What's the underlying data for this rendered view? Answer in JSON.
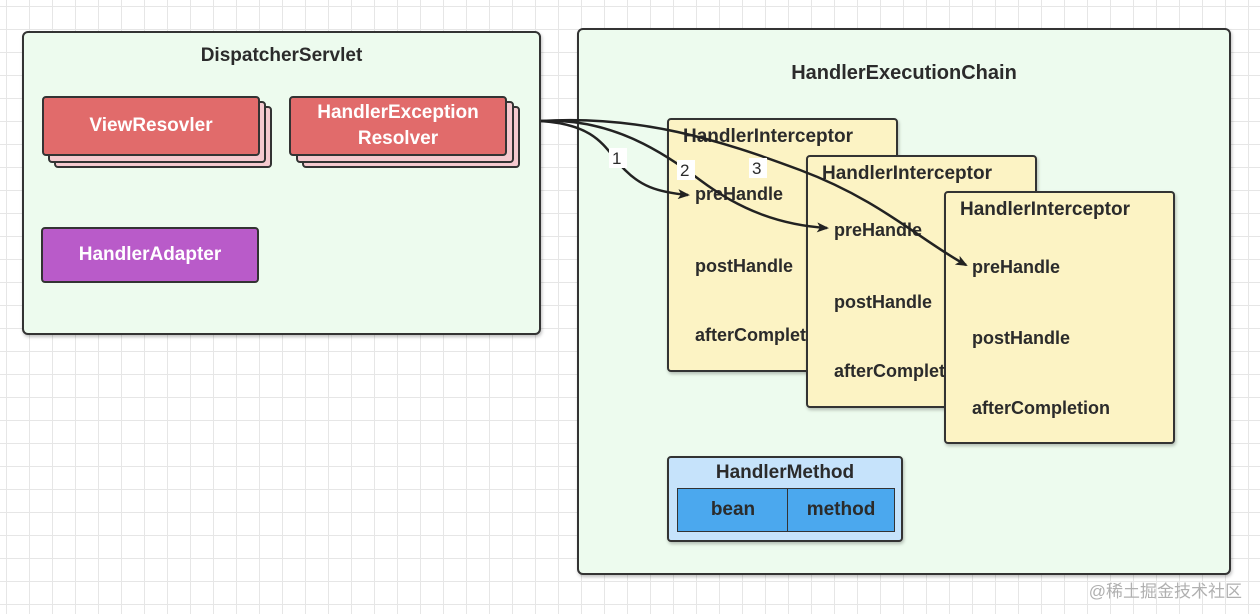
{
  "dispatcher": {
    "title": "DispatcherServlet",
    "view_resolver": "ViewResovler",
    "exception_resolver": "HandlerException\nResolver",
    "handler_adapter": "HandlerAdapter"
  },
  "chain": {
    "title": "HandlerExecutionChain",
    "interceptors": [
      {
        "title": "HandlerInterceptor",
        "pre": "preHandle",
        "post": "postHandle",
        "after": "afterCompletion"
      },
      {
        "title": "HandlerInterceptor",
        "pre": "preHandle",
        "post": "postHandle",
        "after": "afterCompletion"
      },
      {
        "title": "HandlerInterceptor",
        "pre": "preHandle",
        "post": "postHandle",
        "after": "afterCompletion"
      }
    ],
    "handler_method": {
      "title": "HandlerMethod",
      "bean": "bean",
      "method": "method"
    }
  },
  "arrows": {
    "step1": "1",
    "step2": "2",
    "step3": "3"
  },
  "watermark": "@稀土掘金技术社区"
}
